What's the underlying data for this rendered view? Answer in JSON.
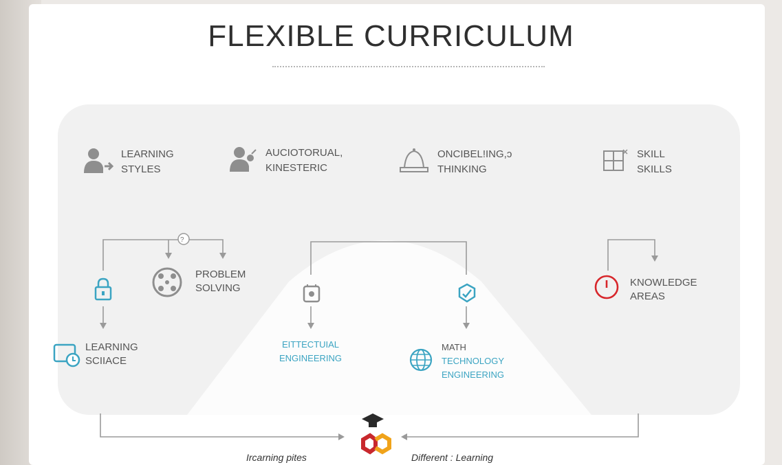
{
  "title": "FLEXIBLE CURRICULUM",
  "top_items": [
    {
      "line1": "LEARNING",
      "line2": "STYLES",
      "icon": "user-arrow-icon"
    },
    {
      "line1": "AUCIOTORUAL,",
      "line2": "KINESTERIC",
      "icon": "user-speak-icon"
    },
    {
      "line1": "ONCIBEL!ING,ɔ",
      "line2": "THINKING",
      "icon": "bell-icon"
    },
    {
      "line1": "SKILL",
      "line2": "SKILLS",
      "icon": "puzzle-icon"
    }
  ],
  "nodes": {
    "help_marker": "?",
    "problem_solving": {
      "line1": "PROBLEM",
      "line2": "SOLVING"
    },
    "learning_science": {
      "line1": "LEARNING",
      "line2": "SCIIACE"
    },
    "eittectual": {
      "line1": "EITTECTUIAL",
      "line2": "ENGINEERING"
    },
    "math": {
      "line1": "MATH",
      "line2": "TECHNOLOGY",
      "line3": "ENGINEERING"
    },
    "knowledge_areas": {
      "line1": "KNOWLEDGE",
      "line2": "AREAS"
    }
  },
  "captions": {
    "left": "Ircarning pites",
    "right": "Different : Learning"
  },
  "colors": {
    "accent_blue": "#3ba4c2",
    "accent_red": "#d7262b",
    "icon_gray": "#8e8e8e",
    "logo_orange": "#f0a31a",
    "logo_red": "#c8282d"
  }
}
